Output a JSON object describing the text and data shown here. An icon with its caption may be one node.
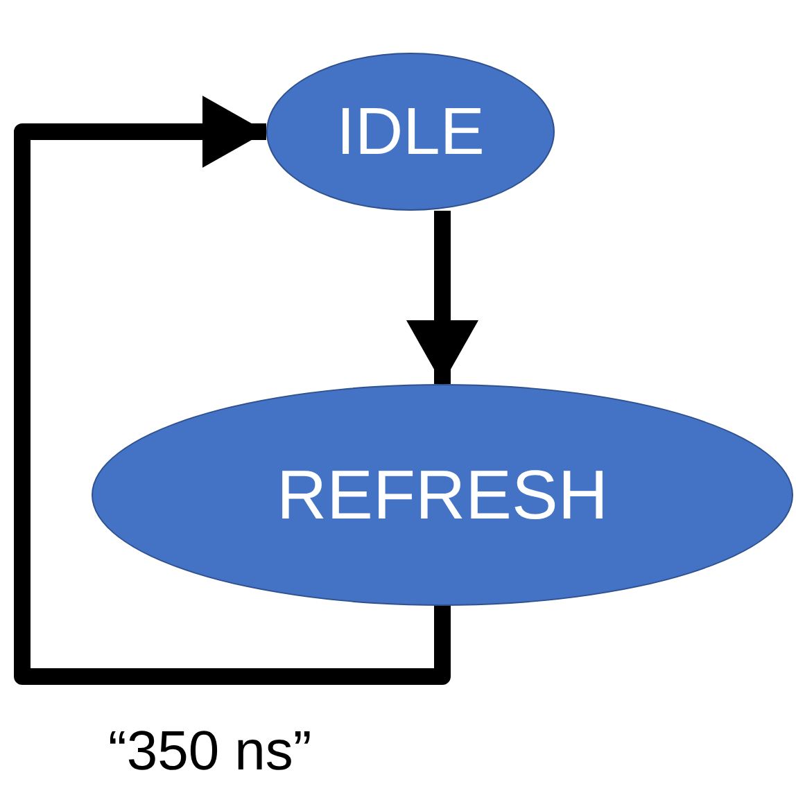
{
  "diagram": {
    "nodes": [
      {
        "text": [
          "IDLE"
        ]
      },
      {
        "text": [
          "REFRESH"
        ]
      }
    ],
    "edges": [
      {
        "from": 0,
        "to": 1,
        "arrow": "to"
      },
      {
        "from": 1,
        "to": 0,
        "arrow": "to"
      }
    ],
    "labels": [
      "“350 ns”"
    ]
  }
}
